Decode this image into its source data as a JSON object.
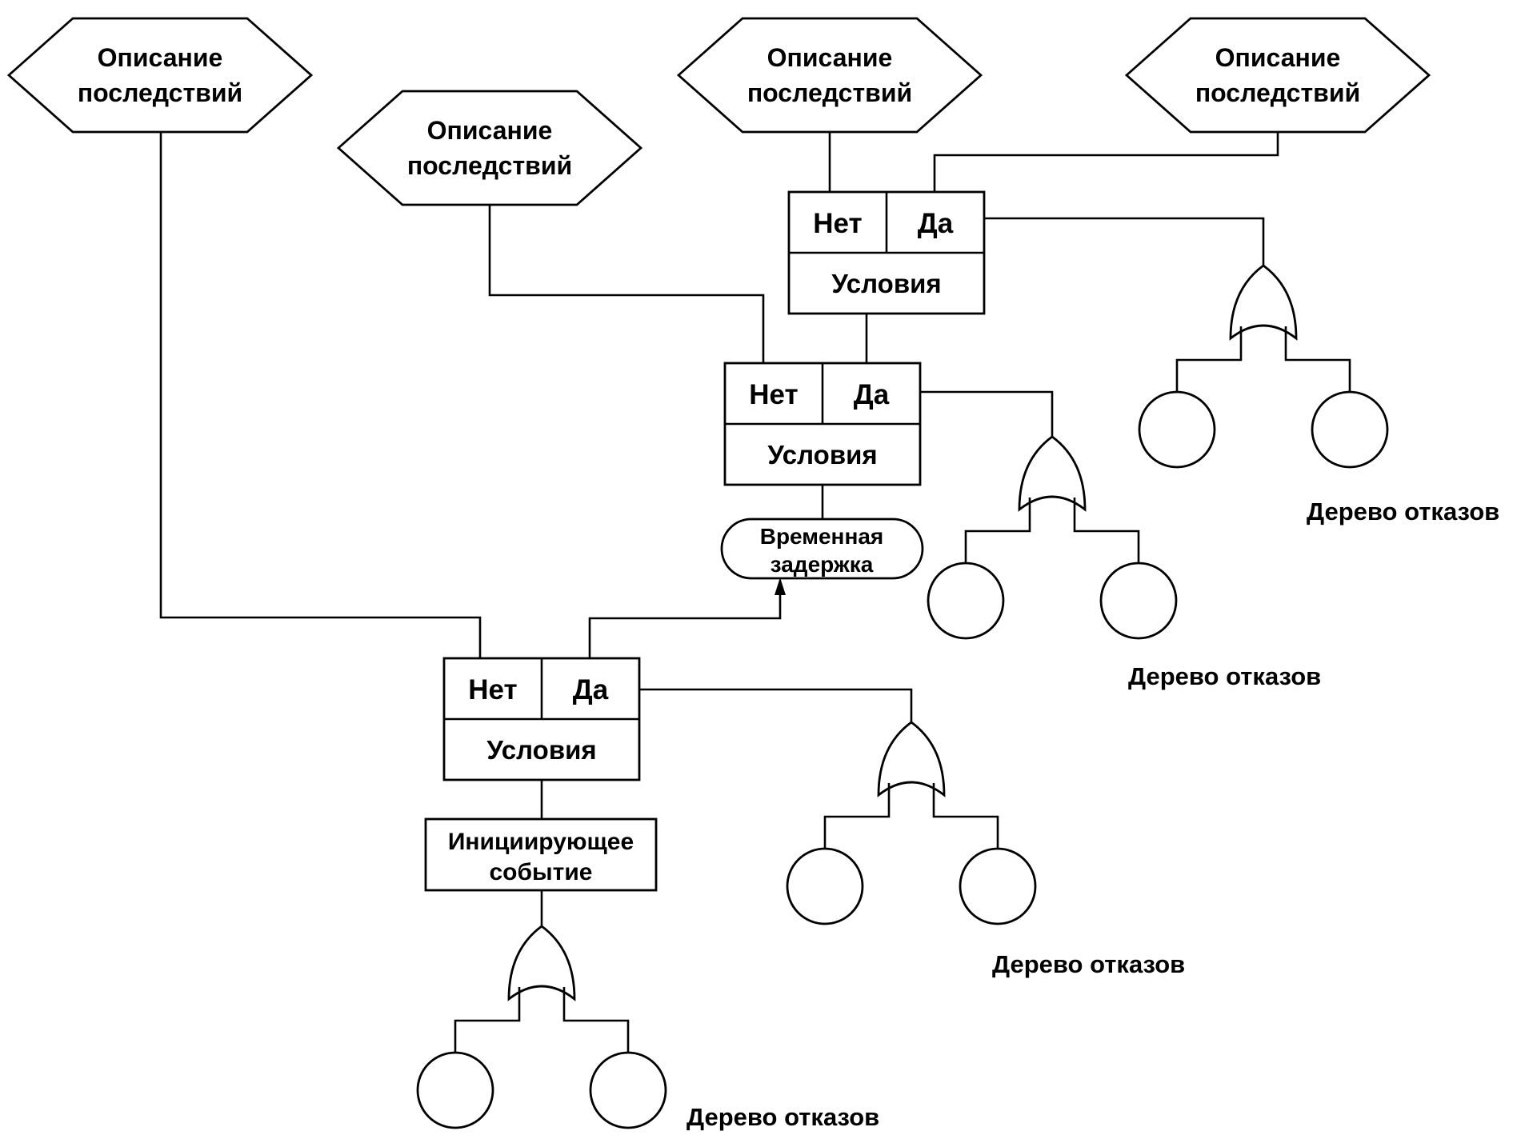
{
  "diagram": {
    "type": "event-tree-with-fault-trees",
    "consequence": {
      "line1": "Описание",
      "line2": "последствий"
    },
    "decision": {
      "no": "Нет",
      "yes": "Да",
      "conditions": "Условия"
    },
    "time_delay": {
      "line1": "Временная",
      "line2": "задержка"
    },
    "initiating_event": {
      "line1": "Инициирующее",
      "line2": "событие"
    },
    "fault_tree_caption": "Дерево отказов",
    "counts": {
      "consequence_hexagons": 4,
      "decision_boxes": 3,
      "fault_tree_gates": 4
    },
    "colors": {
      "line": "#000000",
      "text": "#000000",
      "background": "#ffffff"
    }
  }
}
